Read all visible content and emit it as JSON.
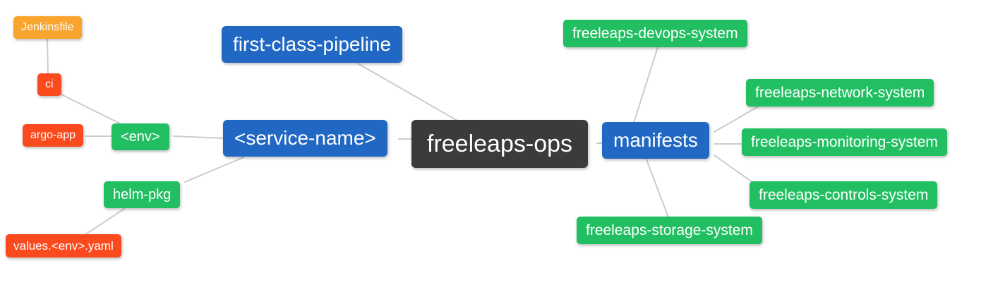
{
  "diagram": {
    "type": "mindmap",
    "root": "freeleaps-ops",
    "background": "#ffffff",
    "edge_color": "#cccccc"
  },
  "colors": {
    "blue": "#2068c3",
    "green": "#22bf62",
    "red_orange": "#fa4a1e",
    "amber": "#f9a42c",
    "dark": "#3d3b39",
    "text": "#ffffff"
  },
  "nodes": {
    "freeleaps_ops": {
      "label": "freeleaps-ops",
      "color": "#3d3b39",
      "role": "root"
    },
    "first_class_pipeline": {
      "label": "first-class-pipeline",
      "color": "#2068c3",
      "role": "branch"
    },
    "service_name": {
      "label": "<service-name>",
      "color": "#2068c3",
      "role": "branch"
    },
    "manifests": {
      "label": "manifests",
      "color": "#2068c3",
      "role": "branch"
    },
    "env": {
      "label": "<env>",
      "color": "#22bf62",
      "role": "sub-branch"
    },
    "helm_pkg": {
      "label": "helm-pkg",
      "color": "#22bf62",
      "role": "sub-branch"
    },
    "ci": {
      "label": "ci",
      "color": "#fa4a1e",
      "role": "leaf"
    },
    "argo_app": {
      "label": "argo-app",
      "color": "#fa4a1e",
      "role": "leaf"
    },
    "values_env_yaml": {
      "label": "values.<env>.yaml",
      "color": "#fa4a1e",
      "role": "leaf"
    },
    "jenkinsfile": {
      "label": "Jenkinsfile",
      "color": "#f9a42c",
      "role": "leaf"
    },
    "devops_system": {
      "label": "freeleaps-devops-system",
      "color": "#22bf62",
      "role": "sub-branch"
    },
    "network_system": {
      "label": "freeleaps-network-system",
      "color": "#22bf62",
      "role": "sub-branch"
    },
    "monitoring_system": {
      "label": "freeleaps-monitoring-system",
      "color": "#22bf62",
      "role": "sub-branch"
    },
    "controls_system": {
      "label": "freeleaps-controls-system",
      "color": "#22bf62",
      "role": "sub-branch"
    },
    "storage_system": {
      "label": "freeleaps-storage-system",
      "color": "#22bf62",
      "role": "sub-branch"
    }
  },
  "edges": [
    {
      "from": "jenkinsfile",
      "to": "ci"
    },
    {
      "from": "ci",
      "to": "env"
    },
    {
      "from": "argo_app",
      "to": "env"
    },
    {
      "from": "env",
      "to": "service_name"
    },
    {
      "from": "service_name",
      "to": "helm_pkg"
    },
    {
      "from": "helm_pkg",
      "to": "values_env_yaml"
    },
    {
      "from": "first_class_pipeline",
      "to": "freeleaps_ops"
    },
    {
      "from": "service_name",
      "to": "freeleaps_ops"
    },
    {
      "from": "freeleaps_ops",
      "to": "manifests"
    },
    {
      "from": "manifests",
      "to": "devops_system"
    },
    {
      "from": "manifests",
      "to": "network_system"
    },
    {
      "from": "manifests",
      "to": "monitoring_system"
    },
    {
      "from": "manifests",
      "to": "controls_system"
    },
    {
      "from": "manifests",
      "to": "storage_system"
    }
  ]
}
